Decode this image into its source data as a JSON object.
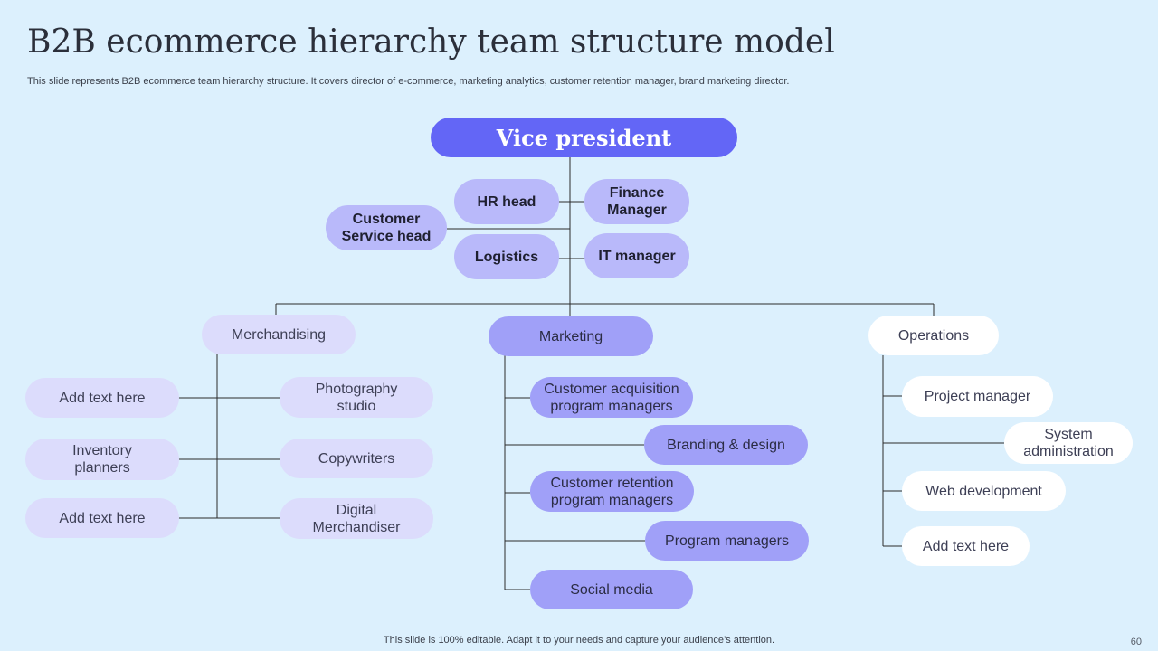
{
  "header": {
    "title": "B2B ecommerce hierarchy team structure model",
    "subtitle": "This slide represents  B2B ecommerce team hierarchy structure. It covers director of e-commerce, marketing analytics, customer retention manager, brand marketing director."
  },
  "org": {
    "top": "Vice president",
    "executives": {
      "hr_head": "HR head",
      "finance_manager": "Finance Manager",
      "customer_service_head": "Customer Service head",
      "logistics": "Logistics",
      "it_manager": "IT manager"
    },
    "merchandising": {
      "label": "Merchandising",
      "left": [
        "Add text here",
        "Inventory planners",
        "Add text here"
      ],
      "right": [
        "Photography studio",
        "Copywriters",
        "Digital Merchandiser"
      ]
    },
    "marketing": {
      "label": "Marketing",
      "items": [
        "Customer acquisition program managers",
        "Branding & design",
        "Customer retention program managers",
        "Program managers",
        "Social media"
      ]
    },
    "operations": {
      "label": "Operations",
      "items": [
        "Project manager",
        "System administration",
        "Web development",
        "Add text here"
      ]
    }
  },
  "footer": {
    "note": "This slide is 100% editable. Adapt it to your needs and capture your audience’s attention.",
    "page_number": "60"
  },
  "colors": {
    "background": "#dcf0fd",
    "vp_fill": "#6366f6",
    "executive_fill": "#b9b9fa",
    "merchandising_fill": "#dcdcfc",
    "marketing_fill": "#a0a0f8",
    "operations_fill": "#ffffff",
    "connector": "#2b2b2b"
  }
}
